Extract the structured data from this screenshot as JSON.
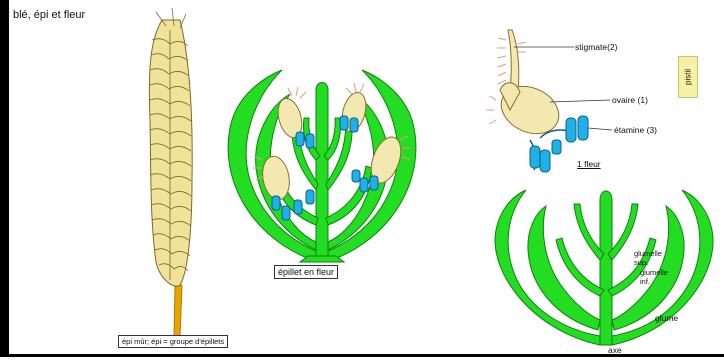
{
  "title": "blé, épi et fleur",
  "labels": {
    "stigmate": "stigmate(2)",
    "ovaire": "ovaire (1)",
    "etamine": "étamine (3)",
    "fleur": "1 fleur",
    "glumelle_sup_1": "glumelle",
    "glumelle_sup_2": "sup.",
    "glumelle_inf_1": "glumelle",
    "glumelle_inf_2": "inf.",
    "glume": "glume",
    "axe": "axe",
    "pistil": "pistil"
  },
  "captions": {
    "epillet": "épillet en fleur",
    "epi": "épi mûr;  épi = groupe d'épillets"
  },
  "colors": {
    "green": "#22dd22",
    "green_stroke": "#108010",
    "cream": "#f3e9b0",
    "blue": "#1fb0e6",
    "wheat": "#efe39a",
    "stem": "#e8a400"
  }
}
